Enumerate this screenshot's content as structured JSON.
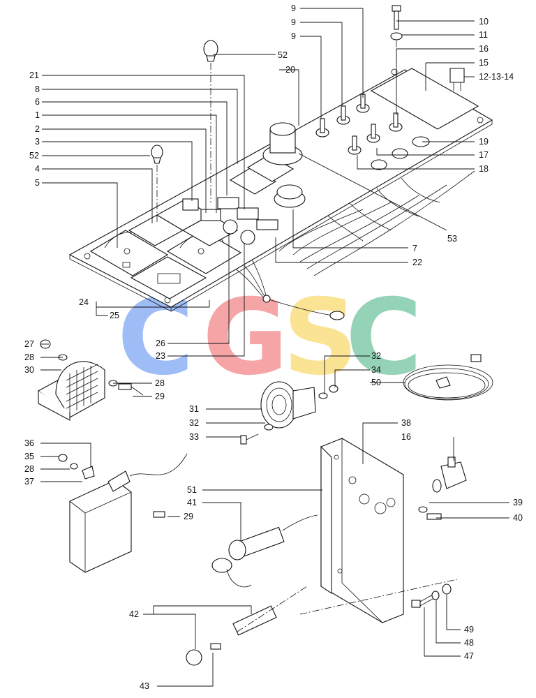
{
  "watermark": {
    "letters": [
      {
        "char": "C",
        "color": "#4f86f0"
      },
      {
        "char": "G",
        "color": "#ee5d5d"
      },
      {
        "char": "S",
        "color": "#f7cd3c"
      },
      {
        "char": "C",
        "color": "#3fb07f"
      }
    ]
  },
  "callouts": {
    "c9a": "9",
    "c9b": "9",
    "c9c": "9",
    "c10": "10",
    "c11": "11",
    "c16a": "16",
    "c52a": "52",
    "c15": "15",
    "c12": "12-13-14",
    "c21": "21",
    "c20": "20",
    "c8": "8",
    "c6": "6",
    "c1": "1",
    "c2": "2",
    "c3": "3",
    "c19": "19",
    "c52b": "52",
    "c17": "17",
    "c4": "4",
    "c18": "18",
    "c5": "5",
    "c53": "53",
    "c7": "7",
    "c22": "22",
    "c24": "24",
    "c25": "25",
    "c27": "27",
    "c28a": "28",
    "c26": "26",
    "c23": "23",
    "c32a": "32",
    "c34": "34",
    "c30": "30",
    "c28b": "28",
    "c29a": "29",
    "c50": "50",
    "c31": "31",
    "c32b": "32",
    "c33": "33",
    "c38": "38",
    "c36": "36",
    "c16b": "16",
    "c35": "35",
    "c28c": "28",
    "c37": "37",
    "c51": "51",
    "c41": "41",
    "c39": "39",
    "c29b": "29",
    "c40": "40",
    "c42": "42",
    "c49": "49",
    "c48": "48",
    "c47": "47",
    "c43": "43"
  }
}
